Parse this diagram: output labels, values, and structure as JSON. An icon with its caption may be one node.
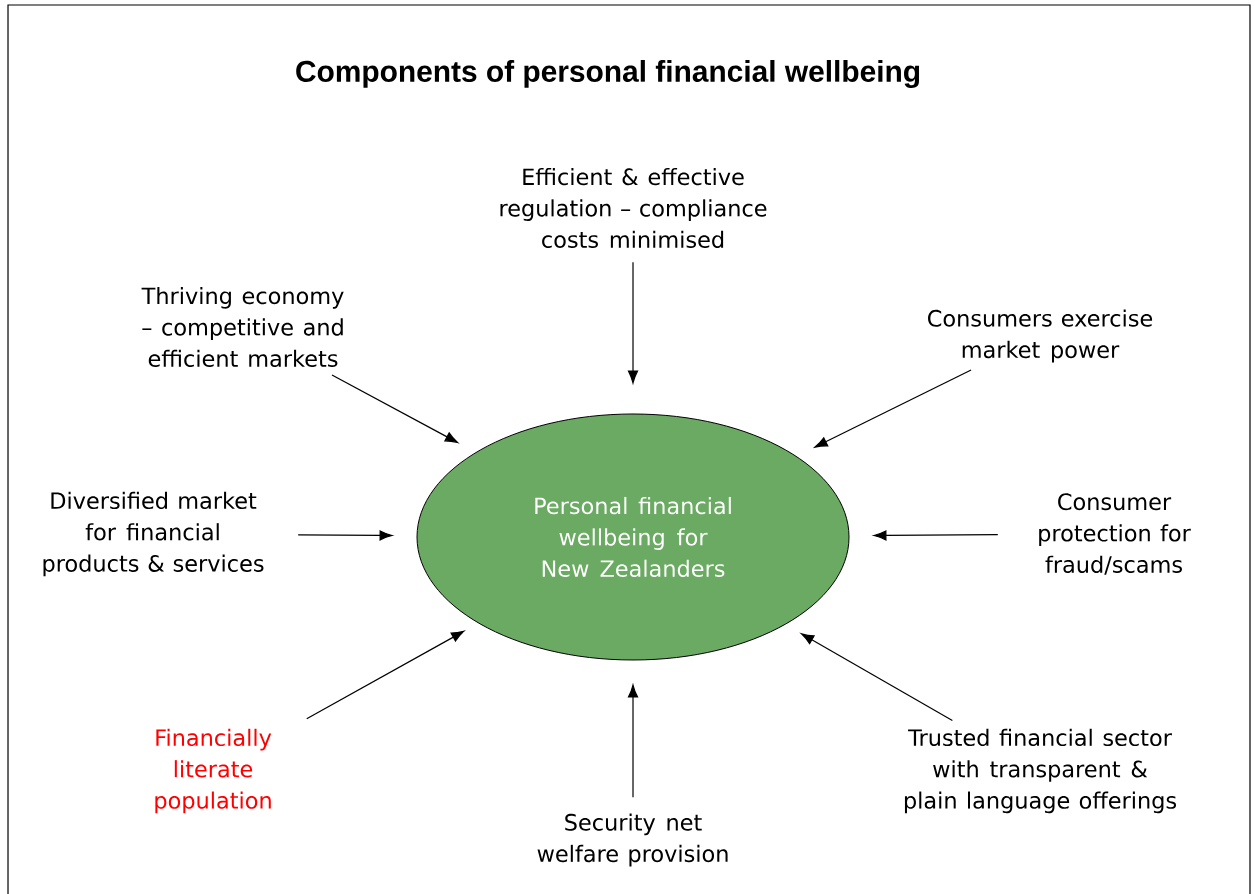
{
  "diagram": {
    "title": "Components of personal financial wellbeing",
    "nodes": [
      {
        "text": [
          "Efficient & effective regulation – compliance costs minimised"
        ]
      },
      {
        "text": [
          "Thriving economy – competitive and efficient markets"
        ]
      },
      {
        "text": [
          "Consumers exercise market power"
        ]
      },
      {
        "text": [
          "Diversified market for financial products & services"
        ]
      },
      {
        "text": [
          "Personal financial wellbeing for New Zealanders"
        ]
      },
      {
        "text": [
          "Consumer protection for fraud/scams"
        ]
      },
      {
        "text": [
          "Financially literate population"
        ]
      },
      {
        "text": [
          "Trusted financial sector with transparent & plain language offerings"
        ]
      },
      {
        "text": [
          "Security net welfare provision"
        ]
      }
    ],
    "edges": [
      {
        "from": 0,
        "to": 4,
        "arrow": "to"
      },
      {
        "from": 1,
        "to": 4,
        "arrow": "to"
      },
      {
        "from": 2,
        "to": 4,
        "arrow": "to"
      },
      {
        "from": 3,
        "to": 4,
        "arrow": "to"
      },
      {
        "from": 5,
        "to": 4,
        "arrow": "to"
      },
      {
        "from": 6,
        "to": 4,
        "arrow": "to"
      },
      {
        "from": 7,
        "to": 4,
        "arrow": "to"
      },
      {
        "from": 8,
        "to": 4,
        "arrow": "to"
      }
    ]
  }
}
